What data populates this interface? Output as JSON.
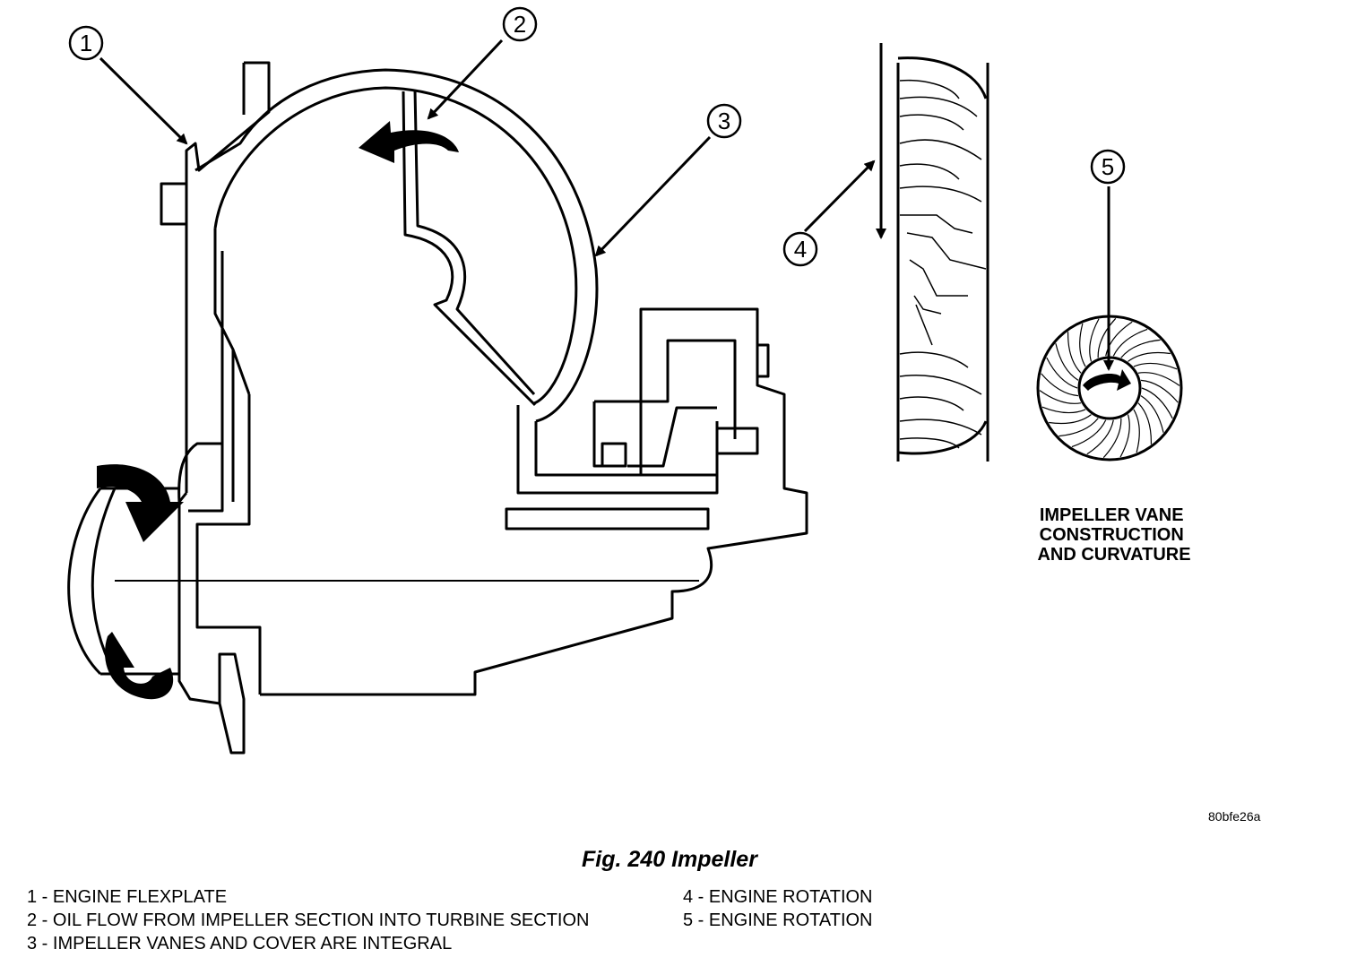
{
  "figure": {
    "title": "Fig. 240 Impeller",
    "code": "80bfe26a",
    "inset_caption_lines": [
      "IMPELLER VANE",
      "CONSTRUCTION",
      "AND CURVATURE"
    ]
  },
  "callouts": [
    "1",
    "2",
    "3",
    "4",
    "5"
  ],
  "legend": {
    "left": [
      "1 - ENGINE FLEXPLATE",
      "2 - OIL FLOW FROM IMPELLER SECTION INTO TURBINE SECTION",
      "3 - IMPELLER VANES AND COVER ARE INTEGRAL"
    ],
    "right": [
      "4 - ENGINE ROTATION",
      "5 - ENGINE ROTATION"
    ]
  }
}
